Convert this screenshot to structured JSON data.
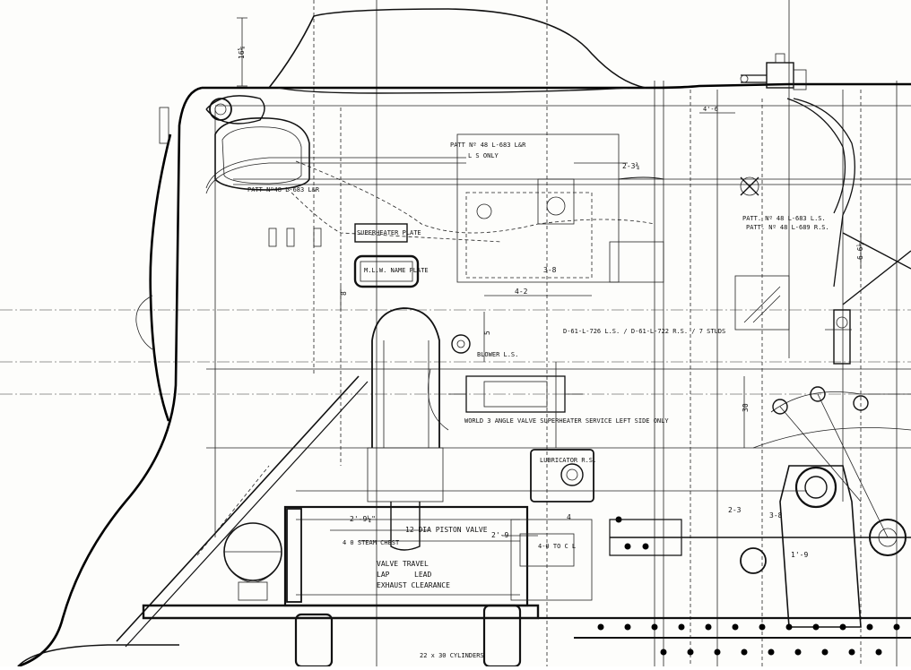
{
  "labels": {
    "patt_48_683_lr": "PATT Nº 48 L-683 L&R",
    "patt_48_683_lr_2": "PATT Nº48 L-683 L&R",
    "ls_only": "L S ONLY",
    "patt_48_683_ls": "PATT. Nº 48 L-683 L.S.",
    "patt_48_689_rs": "PATT. Nº 48 L-689 R.S.",
    "superheater_plate": "SUPERHEATER PLATE",
    "mlw_name_plate": "M.L.W. NAME PLATE",
    "blower": "BLOWER L.S.",
    "studs": "D-61-L-726 L.S. / D-61-L-722 R.S. / 7 STUDS",
    "world_valve": "WORLD 3 ANGLE VALVE SUPERHEATER SERVICE LEFT SIDE ONLY",
    "lubricator": "LUBRICATOR R.S.",
    "piston_valve": "12 DIA PISTON VALVE",
    "steam_chest": "4 0 STEAM CHEST",
    "valve_travel": "VALVE TRAVEL",
    "lap": "LAP",
    "lead": "LEAD",
    "exhaust_clearance": "EXHAUST CLEARANCE",
    "cylinders": "22 x 30 CYLINDERS",
    "dim_2_9q": "2'-9¼\"",
    "dim_2_9": "2'-9",
    "dim_4_2": "4-2",
    "dim_3_8": "3-8",
    "dim_2_3q": "2-3¾",
    "dim_4_6": "4'-6",
    "dim_2_3": "2-3",
    "dim_3_8b": "3-8",
    "dim_1_9": "1'-9",
    "dim_6_6": "6-6½",
    "dim_16": "16⅝",
    "dim_30": "30",
    "dim_8": "8",
    "dim_5": "5",
    "dim_4": "4",
    "lubricator_dim": "4-0 TO C L"
  }
}
